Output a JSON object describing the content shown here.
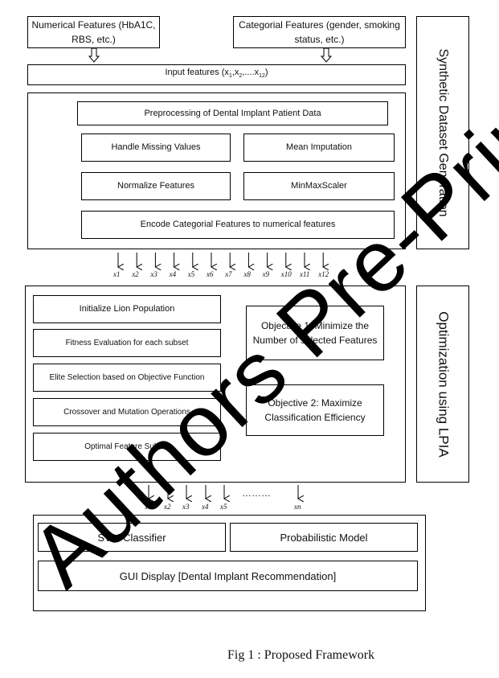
{
  "top_inputs": {
    "numerical": "Numerical Features (HbA1C, RBS, etc.)",
    "categorial": "Categorial Features (gender, smoking status, etc.)"
  },
  "input_features": {
    "label": "Input features (x",
    "sub1": "1",
    "sep1": ",x",
    "sub2": "2",
    "sep2": ",....x",
    "sub3": "12",
    "close": ")"
  },
  "preprocessing": {
    "title": "Preprocessing of Dental Implant Patient Data",
    "missing": "Handle Missing Values",
    "imputation": "Mean Imputation",
    "normalize": "Normalize Features",
    "scaler": "MinMaxScaler",
    "encode": "Encode Categorial Features to numerical features"
  },
  "side_labels": {
    "synthetic": "Synthetic Dataset Generation",
    "optimization": "Optimization using LPIA"
  },
  "feature_outputs": [
    "x1",
    "x2",
    "x3",
    "x4",
    "x5",
    "x6",
    "x7",
    "x8",
    "x9",
    "x10",
    "x11",
    "x12"
  ],
  "optimization": {
    "steps": [
      "Initialize Lion Population",
      "Fitness Evaluation for each subset",
      "Elite Selection based on Objective Function",
      "Crossover and Mutation Operations",
      "Optimal Feature Subset"
    ],
    "objective1": "Objective 1: Minimize the Number of selected Features",
    "objective2": "Objective 2: Maximize Classification Efficiency"
  },
  "selected_outputs": [
    "x1",
    "x2",
    "x3",
    "x4",
    "x5"
  ],
  "selected_ellipsis": "………",
  "selected_last": "xn",
  "classification": {
    "svm": "SVM Classifier",
    "prob": "Probabilistic Model",
    "gui": "GUI Display [Dental Implant Recommendation]"
  },
  "caption": "Fig 1 : Proposed Framework",
  "watermark": "Authors Pre-Print"
}
